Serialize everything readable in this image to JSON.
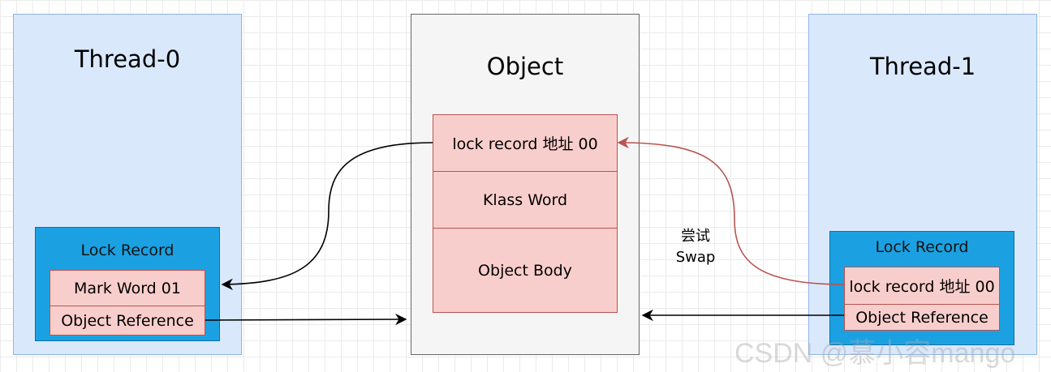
{
  "thread0": {
    "title": "Thread-0",
    "lock_record": {
      "title": "Lock Record",
      "mark_word": "Mark Word 01",
      "object_reference": "Object Reference"
    }
  },
  "object": {
    "title": "Object",
    "fields": [
      "lock record 地址 00",
      "Klass Word",
      "Object Body"
    ]
  },
  "thread1": {
    "title": "Thread-1",
    "lock_record": {
      "title": "Lock Record",
      "mark_word": "lock record 地址 00",
      "object_reference": "Object Reference"
    }
  },
  "swap_label": {
    "line1": "尝试",
    "line2": "Swap"
  },
  "watermark": "CSDN @慕小容mango",
  "colors": {
    "thread_fill": "#dae8fc",
    "object_fill": "#f5f5f5",
    "lock_record_fill": "#1ba1e2",
    "cell_fill": "#f8cecc",
    "swap_arrow": "#b85450"
  }
}
